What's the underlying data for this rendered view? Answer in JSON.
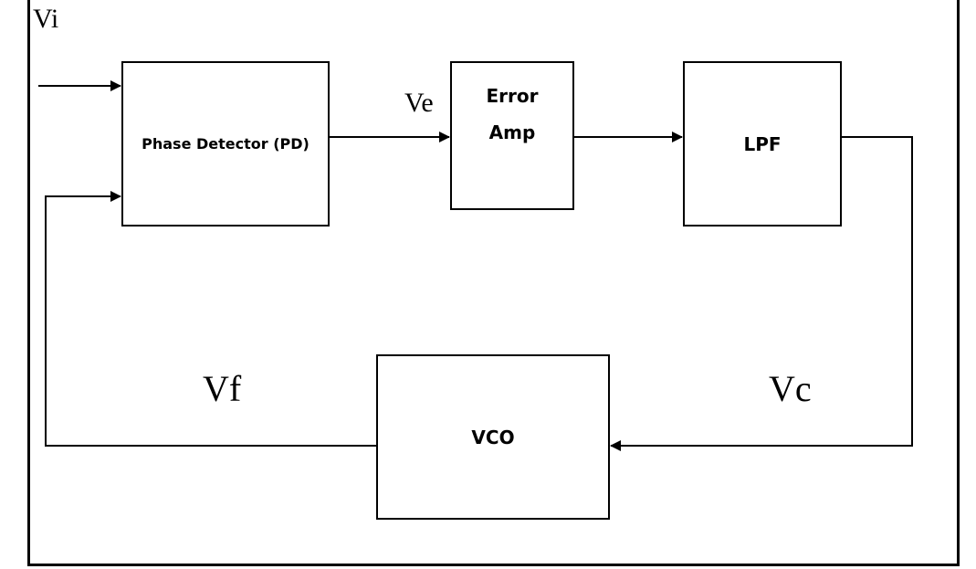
{
  "diagram": {
    "blocks": {
      "phase_detector": "Phase Detector (PD)",
      "error_amp": "Error\nAmp",
      "lpf": "LPF",
      "vco": "VCO"
    },
    "signals": {
      "vi": "Vi",
      "ve": "Ve",
      "vf": "Vf",
      "vc": "Vc"
    },
    "connections": [
      {
        "from": "Vi input",
        "to": "Phase Detector (PD)"
      },
      {
        "from": "Phase Detector (PD)",
        "to": "Error Amp"
      },
      {
        "from": "Error Amp",
        "to": "LPF"
      },
      {
        "from": "LPF",
        "to": "VCO"
      },
      {
        "from": "VCO",
        "to": "Phase Detector (PD)"
      }
    ]
  }
}
